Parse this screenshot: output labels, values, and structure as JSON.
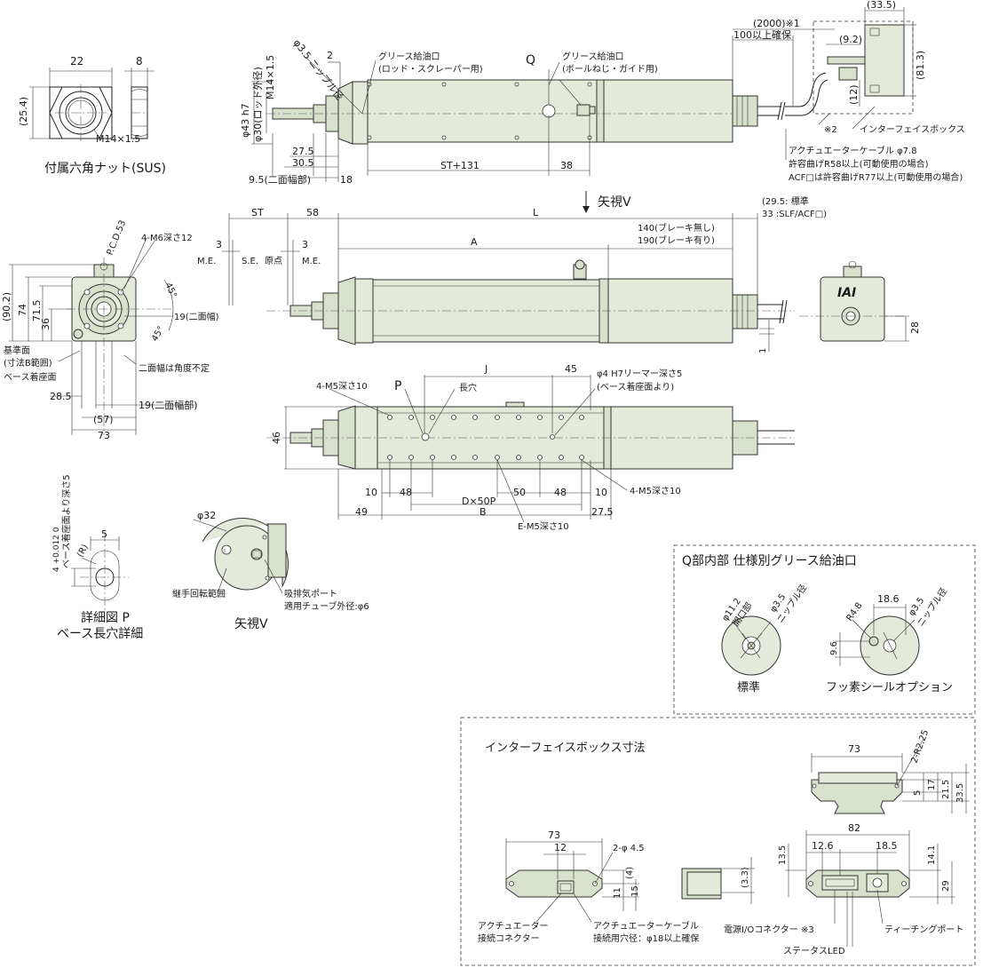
{
  "nut": {
    "dim_22": "22",
    "dim_8": "8",
    "dim_25_4": "(25.4)",
    "thread": "M14×1.5",
    "caption": "付属六角ナット(SUS)"
  },
  "top_view": {
    "dia43": "φ43 h7",
    "dia30": "φ30(ロッド外径)",
    "m14": "M14×1.5",
    "nipple": "φ3.5 ニップル径",
    "dim_2": "2",
    "grease_rod_1": "グリース給油口",
    "grease_rod_2": "(ロッド・スクレーパー用)",
    "q_label": "Q",
    "grease_ball_1": "グリース給油口",
    "grease_ball_2": "(ボールねじ・ガイド用)",
    "dim_27_5": "27.5",
    "dim_30_5": "30.5",
    "dim_9_5": "9.5(二面幅部)",
    "dim_18": "18",
    "dim_st131": "ST+131",
    "dim_38": "38",
    "cable_2000": "(2000)※1",
    "cable_100": "100以上確保",
    "dim_9_2": "(9.2)",
    "dim_33_5": "(33.5)",
    "dim_81_3": "(81.3)",
    "dim_12": "(12)",
    "note2": "※2",
    "ifbox": "インターフェイスボックス",
    "cable_1": "アクチュエーターケーブル φ7.8",
    "cable_2": "許容曲げR58以上(可動使用の場合)",
    "cable_3": "ACF□は許容曲げR77以上(可動使用の場合)",
    "view_v": "矢視V"
  },
  "front_view": {
    "dim_st": "ST",
    "dim_58": "58",
    "dim_l": "L",
    "dim_a": "A",
    "dim_29_5": "(29.5:  標準",
    "dim_33": "33 :SLF/ACF□)",
    "brake_140": "140(ブレーキ無し)",
    "brake_190": "190(ブレーキ有り)",
    "me_left": "M.E.",
    "se": "S.E.",
    "origin": "原点",
    "me_right": "M.E.",
    "dim_3a": "3",
    "dim_3b": "3",
    "dim_28": "28",
    "dim_1": "1",
    "pcd": "P.C.D.53",
    "m6": "4-M6深さ12",
    "angle45a": "45°",
    "angle45b": "45°",
    "dim_90_2": "(90.2)",
    "dim_74": "74",
    "dim_71_5": "71.5",
    "dim_36": "36",
    "flat19": "19(二面幅)",
    "ref_face": "基準面",
    "ref_face2": "(寸法B範囲)",
    "base_face": "ベース着座面",
    "flat_angle": "二面幅は角度不定",
    "dim_28_5": "28.5",
    "flat19b": "19(二面幅部)",
    "dim_57": "(57)",
    "dim_73": "73",
    "logo": "IAI"
  },
  "bottom_view": {
    "m5_left": "4-M5深さ10",
    "p_label": "P",
    "slot": "長穴",
    "dim_j": "J",
    "dim_45": "45",
    "reamer_1": "φ4 H7リーマー深さ5",
    "reamer_2": "(ベース着座面より)",
    "dim_46": "46",
    "dim_10a": "10",
    "dim_48a": "48",
    "dim_50": "50",
    "dim_48b": "48",
    "dim_10b": "10",
    "m5_right": "4-M5深さ10",
    "dim_49": "49",
    "dim_dx50p": "D×50P",
    "dim_b": "B",
    "dim_27_5": "27.5",
    "e_m5": "E-M5深さ10"
  },
  "detail_p": {
    "depth": "ベース着座面より深さ5",
    "tol": "4 +0.012 0",
    "dim_5": "5",
    "r": "(R)",
    "caption1": "詳細図 P",
    "caption2": "ベース長穴詳細"
  },
  "view_v_detail": {
    "dia32": "φ32",
    "rot_range": "継手回転範囲",
    "port_1": "吸排気ポート",
    "port_2": "適用チューブ外径:φ6",
    "caption": "矢視V"
  },
  "q_detail": {
    "title": "Q部内部 仕様別グリース給油口",
    "open1": "φ11.2",
    "open2": "開口部",
    "nip1": "φ3.5",
    "nip2": "ニップル径",
    "dim_18_6": "18.6",
    "r4_8": "R4.8",
    "nip3": "φ3.5",
    "nip4": "ニップル径",
    "dim_9_6": "9.6",
    "std": "標準",
    "fluoro": "フッ素シールオプション"
  },
  "ifbox_detail": {
    "title": "インターフェイスボックス寸法",
    "top_73": "73",
    "r2_25": "2-R2.25",
    "dim_5": "5",
    "dim_17": "17",
    "dim_21_5": "21.5",
    "dim_33_5": "33.5",
    "left_73": "73",
    "left_12": "12",
    "left_4_5": "2-φ 4.5",
    "left_4": "(4)",
    "left_11": "11",
    "left_15": "15",
    "side_3_3": "(3.3)",
    "right_82": "82",
    "right_12_6": "12.6",
    "right_18_5": "18.5",
    "right_13_5": "13.5",
    "right_14_1": "14.1",
    "right_29": "29",
    "conn_1": "アクチュエーター",
    "conn_2": "接続コネクター",
    "cable_1": "アクチュエーターケーブル",
    "cable_2": "接続用穴径：φ18以上確保",
    "power": "電源I/Oコネクター ※3",
    "teach": "ティーチングポート",
    "led": "ステータスLED"
  }
}
